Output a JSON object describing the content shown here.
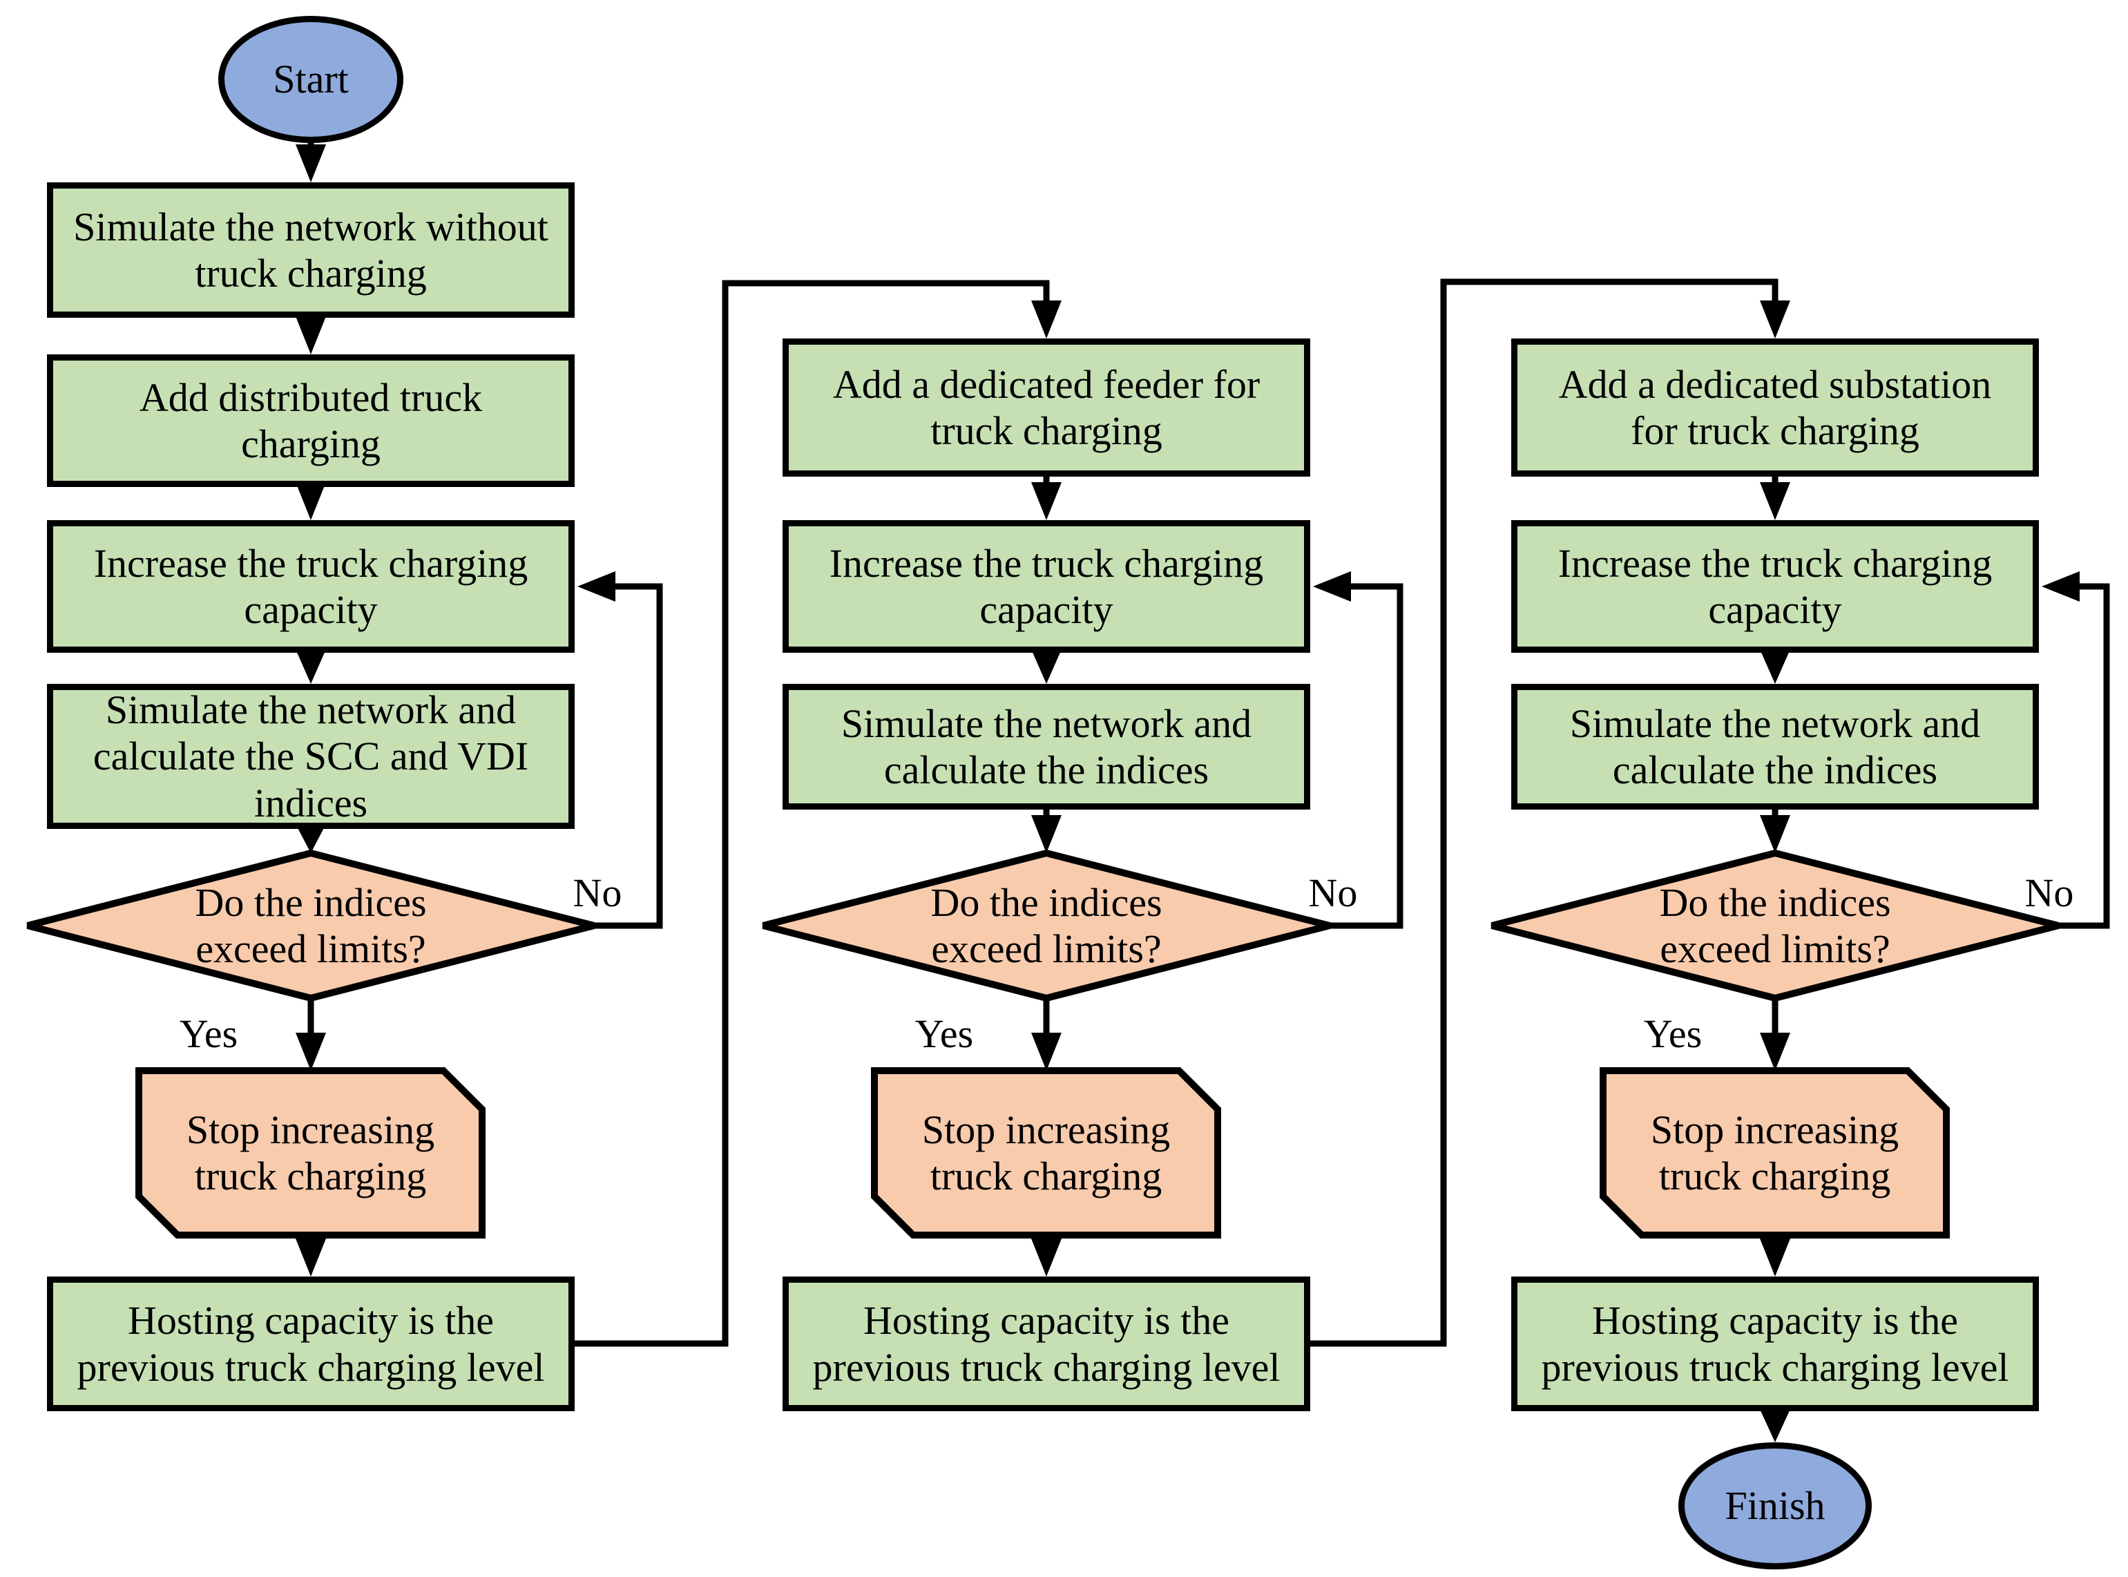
{
  "colors": {
    "process_fill": "#c6e0b4",
    "decision_fill": "#f8cbad",
    "terminal_fill": "#8faadc",
    "line": "#000000"
  },
  "edge_labels": {
    "yes": "Yes",
    "no": "No"
  },
  "nodes": {
    "start": "Start",
    "finish": "Finish",
    "c1_simulate_without": "Simulate the network without\ntruck charging",
    "c1_add_distributed": "Add distributed truck\ncharging",
    "c1_increase": "Increase the truck charging\ncapacity",
    "c1_simulate_calc": "Simulate the network and\ncalculate the SCC and VDI\nindices",
    "c1_decision": "Do the indices\nexceed limits?",
    "c1_stop": "Stop increasing\ntruck charging",
    "c1_hosting": "Hosting capacity is the\nprevious truck charging level",
    "c2_add_feeder": "Add a dedicated feeder for\ntruck charging",
    "c2_increase": "Increase the truck charging\ncapacity",
    "c2_simulate_calc": "Simulate the network and\ncalculate the indices",
    "c2_decision": "Do the indices\nexceed limits?",
    "c2_stop": "Stop increasing\ntruck charging",
    "c2_hosting": "Hosting capacity is the\nprevious truck charging level",
    "c3_add_substation": "Add a dedicated substation\nfor truck charging",
    "c3_increase": "Increase the truck charging\ncapacity",
    "c3_simulate_calc": "Simulate the network and\ncalculate the indices",
    "c3_decision": "Do the indices\nexceed limits?",
    "c3_stop": "Stop increasing\ntruck charging",
    "c3_hosting": "Hosting capacity is the\nprevious truck charging level"
  }
}
